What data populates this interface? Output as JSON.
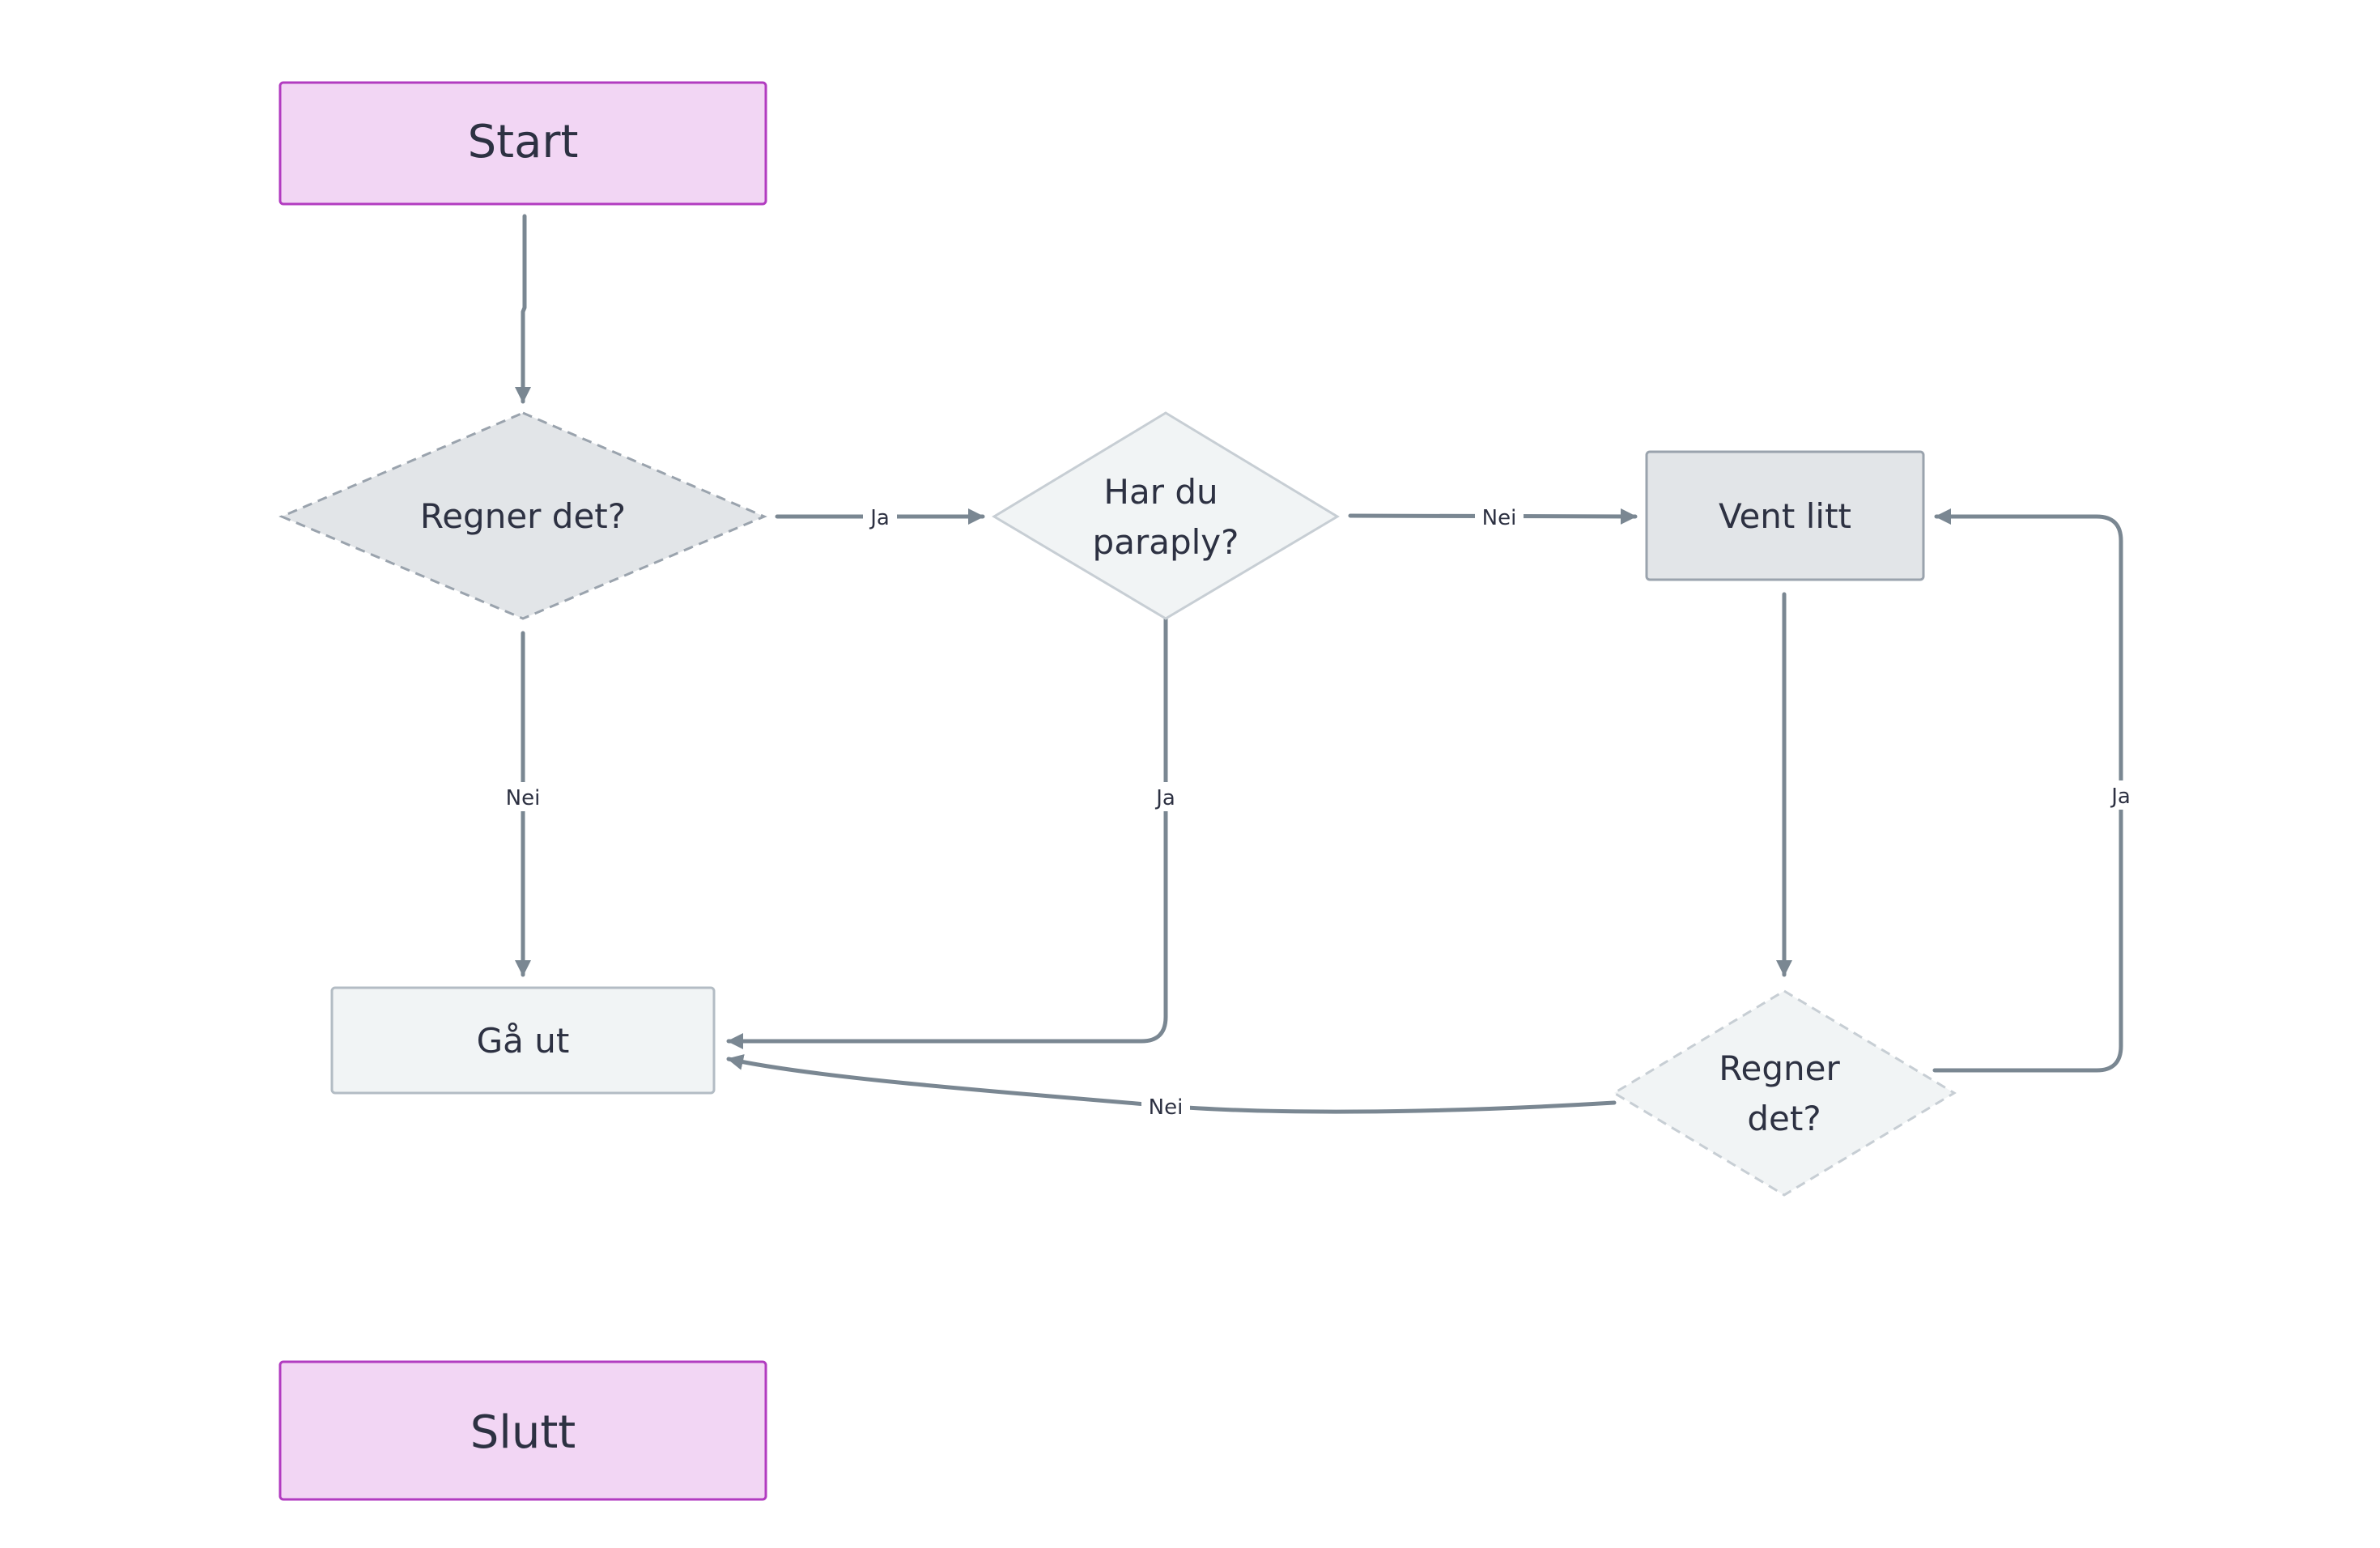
{
  "colors": {
    "terminal_fill": "#f2d6f4",
    "terminal_stroke": "#b23cc0",
    "decision_main_fill": "#e2e5e8",
    "decision_main_stroke": "#9aa3ad",
    "decision_light_fill": "#f1f4f5",
    "decision_light_stroke": "#c7ced4",
    "process_light_fill": "#f1f4f5",
    "process_light_stroke": "#b3bcc4",
    "process_dark_fill": "#e2e5e8",
    "process_dark_stroke": "#9aa3ad",
    "edge": "#7a8792",
    "text": "#2d3142"
  },
  "nodes": {
    "start": {
      "label": "Start"
    },
    "regner_det_1": {
      "label": "Regner det?"
    },
    "har_du_paraply": {
      "line1": "Har du",
      "line2": "paraply?"
    },
    "vent_litt": {
      "label": "Vent litt"
    },
    "ga_ut": {
      "label": "Gå ut"
    },
    "regner_det_2": {
      "line1": "Regner",
      "line2": "det?"
    },
    "slutt": {
      "label": "Slutt"
    }
  },
  "edges": {
    "regner1_to_paraply": {
      "label": "Ja"
    },
    "paraply_to_vent": {
      "label": "Nei"
    },
    "regner1_to_gaut": {
      "label": "Nei"
    },
    "paraply_to_gaut": {
      "label": "Ja"
    },
    "regner2_to_vent": {
      "label": "Ja"
    },
    "regner2_to_gaut": {
      "label": "Nei"
    }
  }
}
